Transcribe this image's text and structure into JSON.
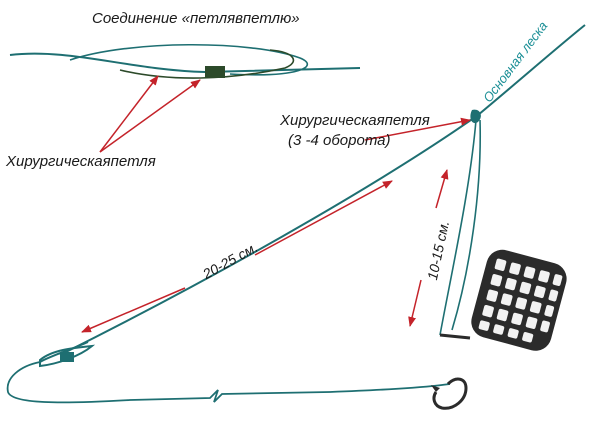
{
  "labels": {
    "loop_to_loop": "Соединение «петлявпетлю»",
    "surgical_loop_left": "Хирургическаяпетля",
    "surgical_loop_right_line1": "Хирургическаяпетля",
    "surgical_loop_right_line2": "(3 -4 оборота)",
    "main_line": "Основная леска",
    "length_leader": "20-25 см.",
    "length_feeder": "10-15 см."
  },
  "colors": {
    "line": "#1e6f72",
    "arrow": "#c4232a",
    "main_line_text": "#1b8f96",
    "feeder": "#2a2a2a",
    "hook": "#2b2b2b"
  },
  "icons": [
    "surgical-loop-knot-icon",
    "feeder-cage-icon",
    "hook-icon"
  ]
}
